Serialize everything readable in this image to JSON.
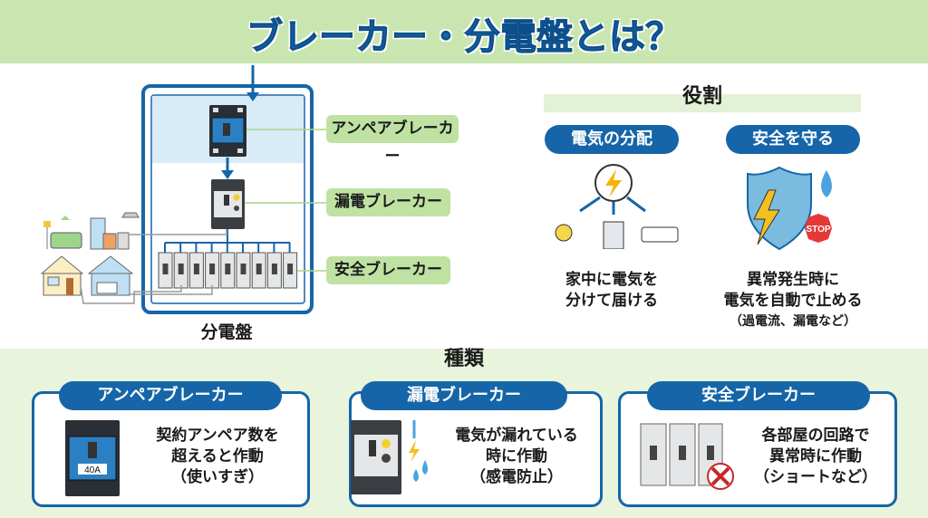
{
  "title": "ブレーカー・分電盤とは？",
  "panel": {
    "caption": "分電盤",
    "labels": [
      "アンペアブレーカー",
      "漏電ブレーカー",
      "安全ブレーカー"
    ]
  },
  "role": {
    "heading": "役割",
    "items": [
      {
        "label": "電気の分配",
        "lines": [
          "家中に電気を",
          "分けて届ける"
        ]
      },
      {
        "label": "安全を守る",
        "lines": [
          "異常発生時に",
          "電気を自動で止める",
          "（過電流、漏電など）"
        ],
        "stop_sign": "STOP"
      }
    ]
  },
  "types": {
    "heading": "種類",
    "cards": [
      {
        "label": "アンペアブレーカー",
        "lines": [
          "契約アンペア数を",
          "超えると作動",
          "（使いすぎ）"
        ],
        "rating": "40A"
      },
      {
        "label": "漏電ブレーカー",
        "lines": [
          "電気が漏れている",
          "時に作動",
          "（感電防止）"
        ]
      },
      {
        "label": "安全ブレーカー",
        "lines": [
          "各部屋の回路で",
          "異常時に作動",
          "（ショートなど）"
        ]
      }
    ]
  },
  "colors": {
    "blue": "#1565a8",
    "green": "#bfe2a3",
    "bg_green": "#e8f4dc"
  }
}
